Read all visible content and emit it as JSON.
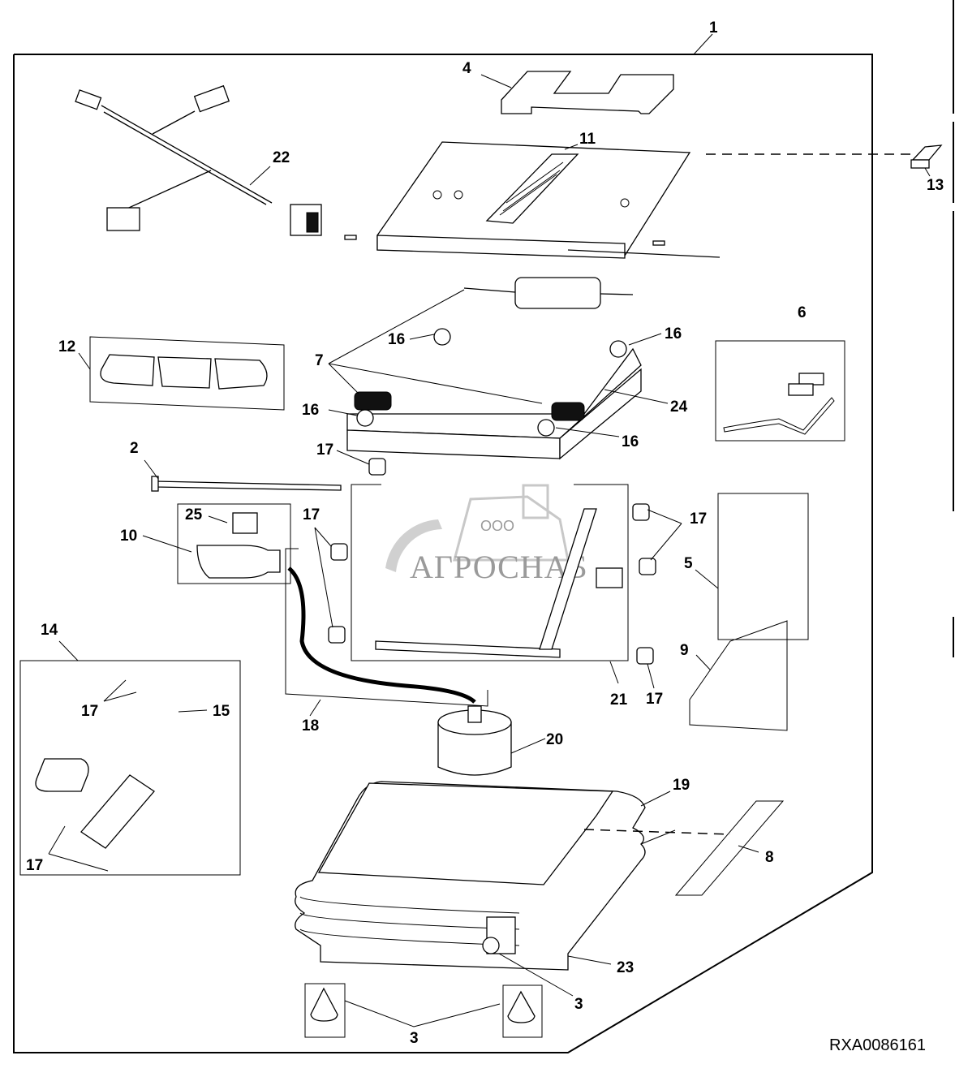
{
  "diagram": {
    "title": "Seat suspension exploded parts view",
    "document_id": "RXA0086161",
    "watermark": {
      "company_prefix": "ООО",
      "company_name": "АГРОСНАБ"
    },
    "callouts": [
      {
        "id": "c1",
        "label": "1",
        "part": "suspension-assembly"
      },
      {
        "id": "c2",
        "label": "2",
        "part": "rod"
      },
      {
        "id": "c3a",
        "label": "3",
        "part": "knob"
      },
      {
        "id": "c3b",
        "label": "3",
        "part": "bumper-pair"
      },
      {
        "id": "c4",
        "label": "4",
        "part": "cover-plate"
      },
      {
        "id": "c5",
        "label": "5",
        "part": "bracket-kit"
      },
      {
        "id": "c6",
        "label": "6",
        "part": "lever-kit"
      },
      {
        "id": "c7",
        "label": "7",
        "part": "springs-and-damper"
      },
      {
        "id": "c8",
        "label": "8",
        "part": "screw-strip"
      },
      {
        "id": "c9",
        "label": "9",
        "part": "shock-absorber-kit"
      },
      {
        "id": "c10",
        "label": "10",
        "part": "compressor-kit"
      },
      {
        "id": "c11",
        "label": "11",
        "part": "upper-frame"
      },
      {
        "id": "c12",
        "label": "12",
        "part": "handle-kit"
      },
      {
        "id": "c13",
        "label": "13",
        "part": "clip"
      },
      {
        "id": "c14",
        "label": "14",
        "part": "damper-kit"
      },
      {
        "id": "c15",
        "label": "15",
        "part": "pin"
      },
      {
        "id": "c16a",
        "label": "16",
        "part": "roller"
      },
      {
        "id": "c16b",
        "label": "16",
        "part": "roller"
      },
      {
        "id": "c16c",
        "label": "16",
        "part": "roller"
      },
      {
        "id": "c16d",
        "label": "16",
        "part": "roller"
      },
      {
        "id": "c17a",
        "label": "17",
        "part": "bushing"
      },
      {
        "id": "c17b",
        "label": "17",
        "part": "bushing"
      },
      {
        "id": "c17c",
        "label": "17",
        "part": "bushing"
      },
      {
        "id": "c17d",
        "label": "17",
        "part": "bushing"
      },
      {
        "id": "c17e",
        "label": "17",
        "part": "bushing"
      },
      {
        "id": "c17f",
        "label": "17",
        "part": "bushing"
      },
      {
        "id": "c18",
        "label": "18",
        "part": "air-hose"
      },
      {
        "id": "c19",
        "label": "19",
        "part": "bellows-cover"
      },
      {
        "id": "c20",
        "label": "20",
        "part": "air-spring"
      },
      {
        "id": "c21",
        "label": "21",
        "part": "scissor-linkage"
      },
      {
        "id": "c22",
        "label": "22",
        "part": "wiring-harness"
      },
      {
        "id": "c23",
        "label": "23",
        "part": "base"
      },
      {
        "id": "c24",
        "label": "24",
        "part": "lower-frame"
      },
      {
        "id": "c25",
        "label": "25",
        "part": "valve"
      }
    ]
  }
}
